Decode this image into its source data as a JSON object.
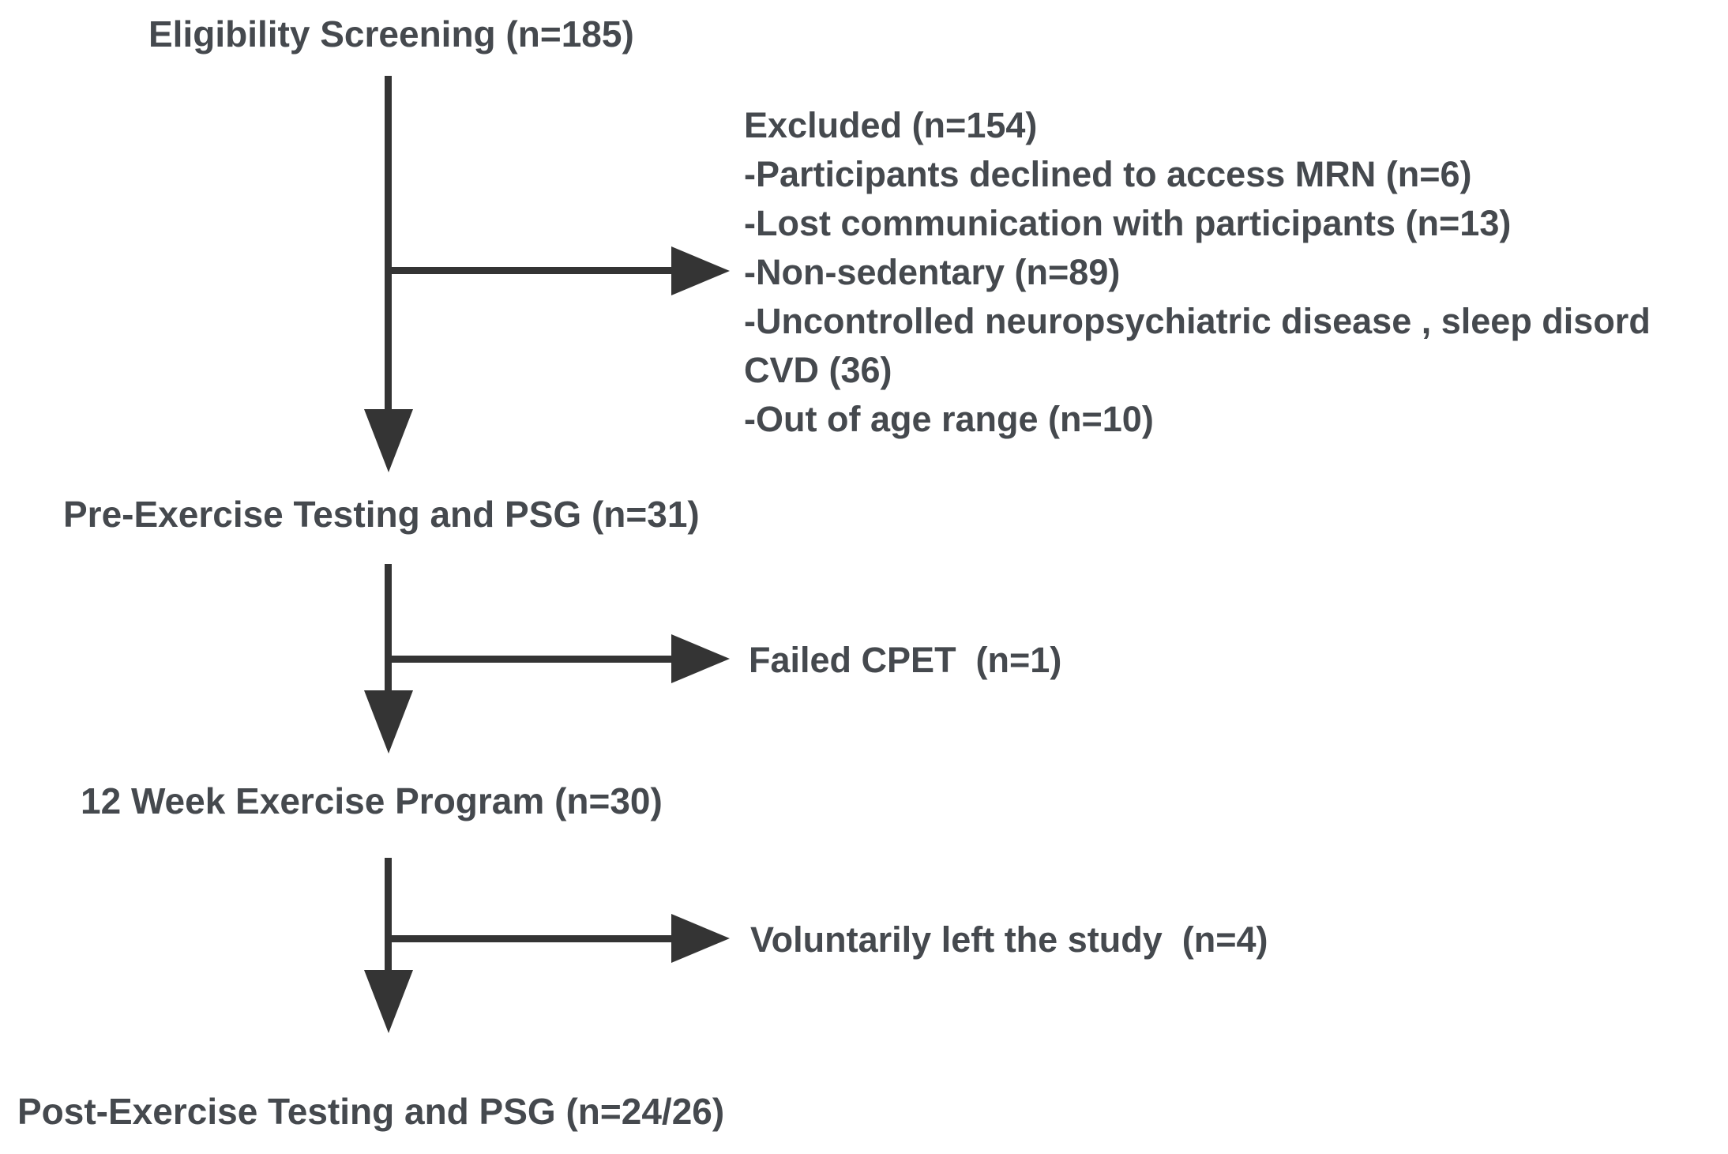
{
  "diagram": {
    "type": "flowchart",
    "colors": {
      "text": "#45494e",
      "arrow": "#343434",
      "background": "#ffffff"
    },
    "nodes": [
      {
        "id": "eligibility-screening",
        "label": "Eligibility Screening (n=185)"
      },
      {
        "id": "pre-exercise-testing",
        "label": "Pre-Exercise Testing and PSG (n=31)"
      },
      {
        "id": "exercise-program",
        "label": "12 Week Exercise Program (n=30)"
      },
      {
        "id": "post-exercise-testing",
        "label": "Post-Exercise Testing and PSG (n=24/26)"
      }
    ],
    "side_branches": [
      {
        "id": "excluded",
        "from": "eligibility-screening",
        "lines": [
          "Excluded (n=154)",
          "-Participants declined to access MRN (n=6)",
          "-Lost communication with participants (n=13)",
          "-Non-sedentary (n=89)",
          "-Uncontrolled neuropsychiatric disease , sleep disord",
          "CVD (36)",
          "-Out of age range (n=10)"
        ]
      },
      {
        "id": "failed-cpet",
        "from": "pre-exercise-testing",
        "lines": [
          "Failed CPET  (n=1)"
        ]
      },
      {
        "id": "voluntarily-left",
        "from": "exercise-program",
        "lines": [
          "Voluntarily left the study  (n=4)"
        ]
      }
    ]
  }
}
